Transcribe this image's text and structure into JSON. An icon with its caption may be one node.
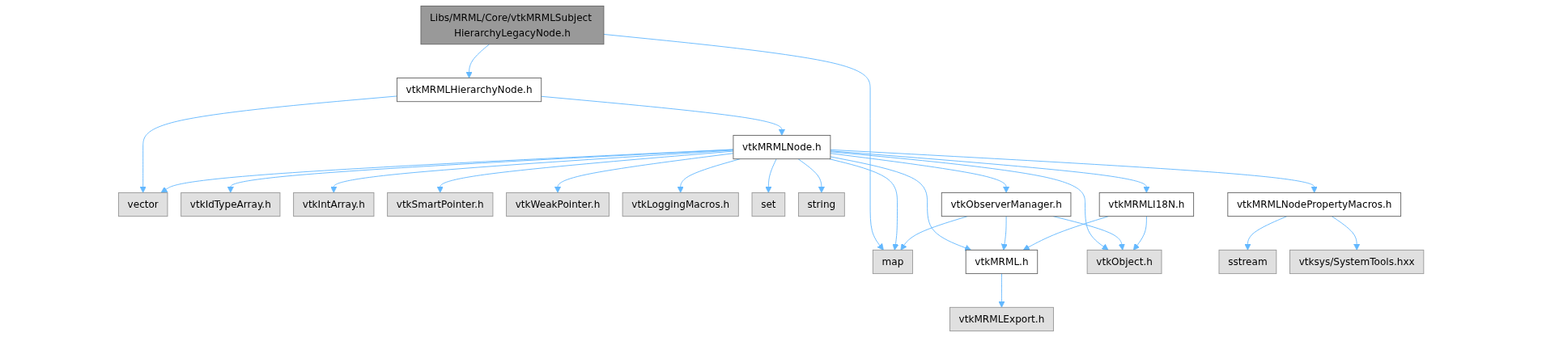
{
  "diagram": {
    "nodes": [
      {
        "text": [
          "Libs/MRML/Core/vtkMRMLSubject HierarchyLegacyNode.h"
        ]
      },
      {
        "text": [
          "vtkMRMLHierarchyNode.h"
        ]
      },
      {
        "text": [
          "vtkMRMLNode.h"
        ]
      },
      {
        "text": [
          "vector"
        ]
      },
      {
        "text": [
          "vtkIdTypeArray.h"
        ]
      },
      {
        "text": [
          "vtkIntArray.h"
        ]
      },
      {
        "text": [
          "vtkSmartPointer.h"
        ]
      },
      {
        "text": [
          "vtkWeakPointer.h"
        ]
      },
      {
        "text": [
          "vtkLoggingMacros.h"
        ]
      },
      {
        "text": [
          "set"
        ]
      },
      {
        "text": [
          "string"
        ]
      },
      {
        "text": [
          "vtkObserverManager.h"
        ]
      },
      {
        "text": [
          "vtkMRMLI18N.h"
        ]
      },
      {
        "text": [
          "vtkMRMLNodePropertyMacros.h"
        ]
      },
      {
        "text": [
          "map"
        ]
      },
      {
        "text": [
          "vtkMRML.h"
        ]
      },
      {
        "text": [
          "vtkObject.h"
        ]
      },
      {
        "text": [
          "sstream"
        ]
      },
      {
        "text": [
          "vtksys/SystemTools.hxx"
        ]
      },
      {
        "text": [
          "vtkMRMLExport.h"
        ]
      }
    ],
    "edges": [
      {
        "from": 0,
        "to": 1,
        "arrow": "to"
      },
      {
        "from": 0,
        "to": 14,
        "arrow": "to"
      },
      {
        "from": 1,
        "to": 3,
        "arrow": "to"
      },
      {
        "from": 1,
        "to": 2,
        "arrow": "to"
      },
      {
        "from": 2,
        "to": 3,
        "arrow": "to"
      },
      {
        "from": 2,
        "to": 4,
        "arrow": "to"
      },
      {
        "from": 2,
        "to": 5,
        "arrow": "to"
      },
      {
        "from": 2,
        "to": 6,
        "arrow": "to"
      },
      {
        "from": 2,
        "to": 7,
        "arrow": "to"
      },
      {
        "from": 2,
        "to": 8,
        "arrow": "to"
      },
      {
        "from": 2,
        "to": 14,
        "arrow": "to"
      },
      {
        "from": 2,
        "to": 9,
        "arrow": "to"
      },
      {
        "from": 2,
        "to": 10,
        "arrow": "to"
      },
      {
        "from": 2,
        "to": 15,
        "arrow": "to"
      },
      {
        "from": 2,
        "to": 11,
        "arrow": "to"
      },
      {
        "from": 2,
        "to": 12,
        "arrow": "to"
      },
      {
        "from": 2,
        "to": 16,
        "arrow": "to"
      },
      {
        "from": 2,
        "to": 13,
        "arrow": "to"
      },
      {
        "from": 11,
        "to": 14,
        "arrow": "to"
      },
      {
        "from": 11,
        "to": 15,
        "arrow": "to"
      },
      {
        "from": 11,
        "to": 16,
        "arrow": "to"
      },
      {
        "from": 12,
        "to": 15,
        "arrow": "to"
      },
      {
        "from": 12,
        "to": 16,
        "arrow": "to"
      },
      {
        "from": 13,
        "to": 17,
        "arrow": "to"
      },
      {
        "from": 13,
        "to": 18,
        "arrow": "to"
      },
      {
        "from": 15,
        "to": 19,
        "arrow": "to"
      }
    ]
  }
}
